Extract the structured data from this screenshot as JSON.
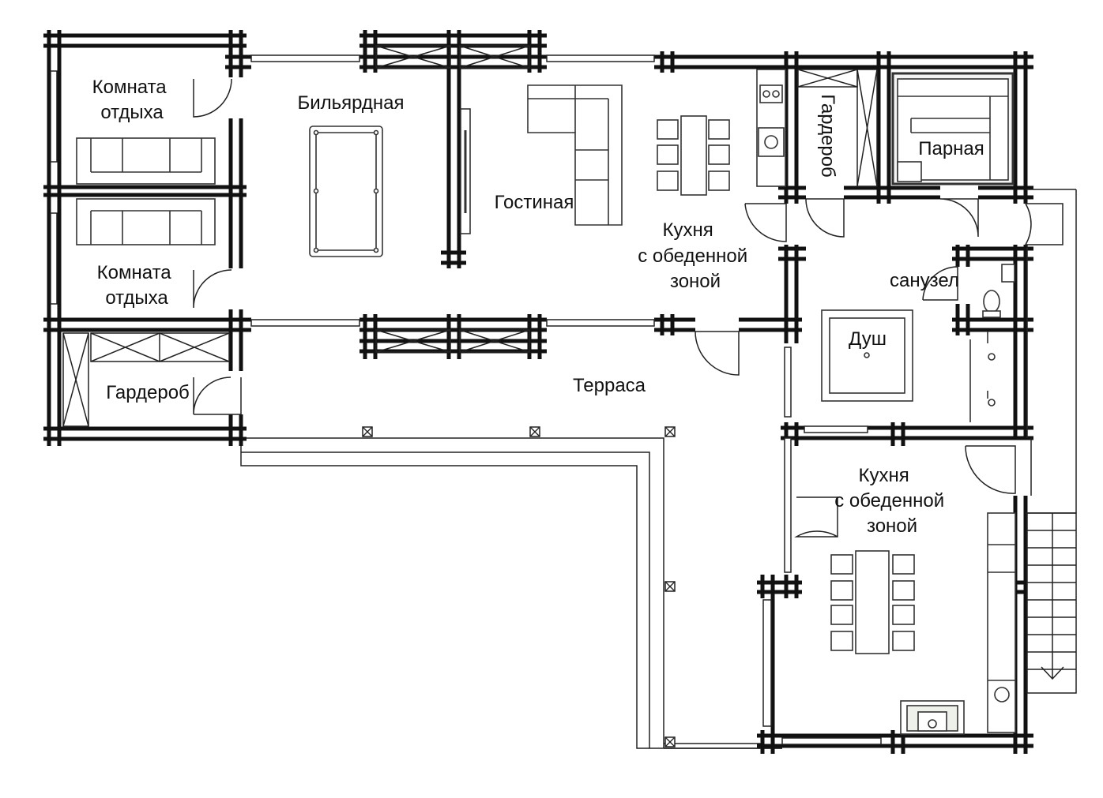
{
  "rooms": {
    "rest_room_1": [
      "Комната",
      "отдыха"
    ],
    "billiard": "Бильярдная",
    "living": "Гостиная",
    "kitchen_1": [
      "Кухня",
      "с обеденной",
      "зоной"
    ],
    "wardrobe_vertical": "Гардероб",
    "steam_room": "Парная",
    "rest_room_2": [
      "Комната",
      "отдыха"
    ],
    "bathroom": "санузел",
    "shower": "Душ",
    "wardrobe_2": "Гардероб",
    "terrace": "Терраса",
    "kitchen_2": [
      "Кухня",
      "с обеденной",
      "зоной"
    ]
  }
}
